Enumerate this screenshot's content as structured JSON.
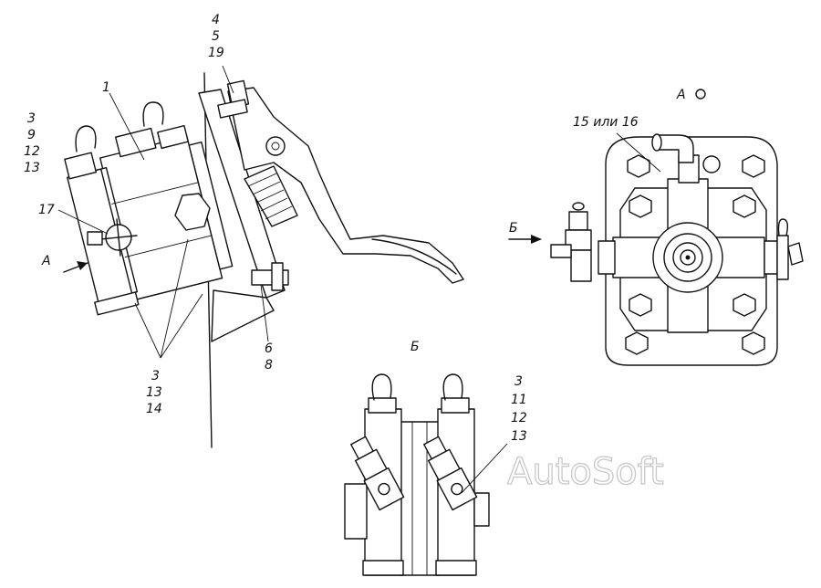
{
  "labels": {
    "top_group": [
      "4",
      "5",
      "19"
    ],
    "part_1": "1",
    "left_group": [
      "3",
      "9",
      "12",
      "13"
    ],
    "part_17": "17",
    "arrow_a": "А",
    "bottom_group": [
      "3",
      "13",
      "14"
    ],
    "right_group": [
      "6",
      "8"
    ],
    "view_a_title": "А",
    "part_15_16": "15 или 16",
    "arrow_b": "Б",
    "view_b_title": "Б",
    "view_b_group": [
      "3",
      "11",
      "12",
      "13"
    ]
  },
  "watermark": "AutoSoft"
}
